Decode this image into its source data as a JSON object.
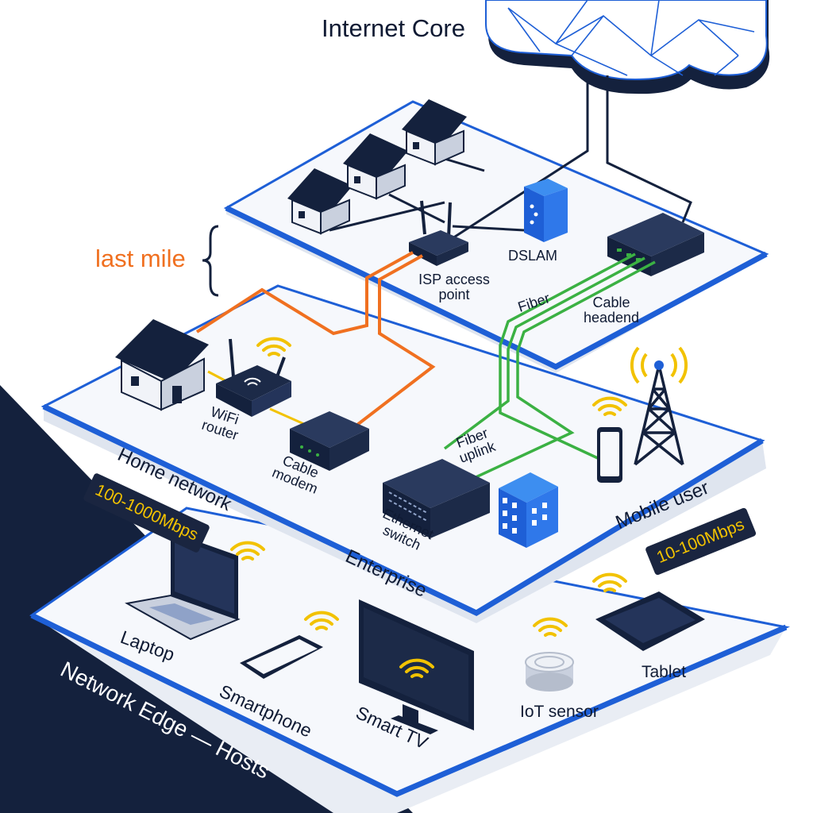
{
  "title": "Internet Core",
  "bracket_label": "last mile",
  "access_layer": {
    "nodes": [
      "ISP access point",
      "DSLAM",
      "Cable headend"
    ],
    "links": [
      "Fiber"
    ]
  },
  "middle_layer": {
    "home_network": {
      "label": "Home network",
      "speed": "100-1000Mbps",
      "devices": [
        "WiFi router",
        "Cable modem"
      ]
    },
    "enterprise": {
      "label": "Enterprise",
      "devices": [
        "Ethernet switch"
      ],
      "link": "Fiber uplink"
    },
    "mobile": {
      "label": "Mobile user",
      "speed": "10-100Mbps"
    }
  },
  "edge_layer": {
    "label": "Network Edge — Hosts",
    "hosts": [
      "Laptop",
      "Smartphone",
      "Smart TV",
      "IoT sensor",
      "Tablet"
    ]
  },
  "colors": {
    "navy": "#14213d",
    "accent_blue": "#1e5fd6",
    "copper": "#f07020",
    "fiber": "#3bb143",
    "wireless": "#f2c200"
  },
  "icons": [
    "cloud-icon",
    "house-icon",
    "router-icon",
    "dslam-icon",
    "headend-icon",
    "wifi-router-icon",
    "cable-modem-icon",
    "switch-icon",
    "building-icon",
    "cell-tower-icon",
    "phone-icon",
    "laptop-icon",
    "smartphone-icon",
    "tv-icon",
    "iot-sensor-icon",
    "tablet-icon",
    "wifi-signal-icon"
  ]
}
